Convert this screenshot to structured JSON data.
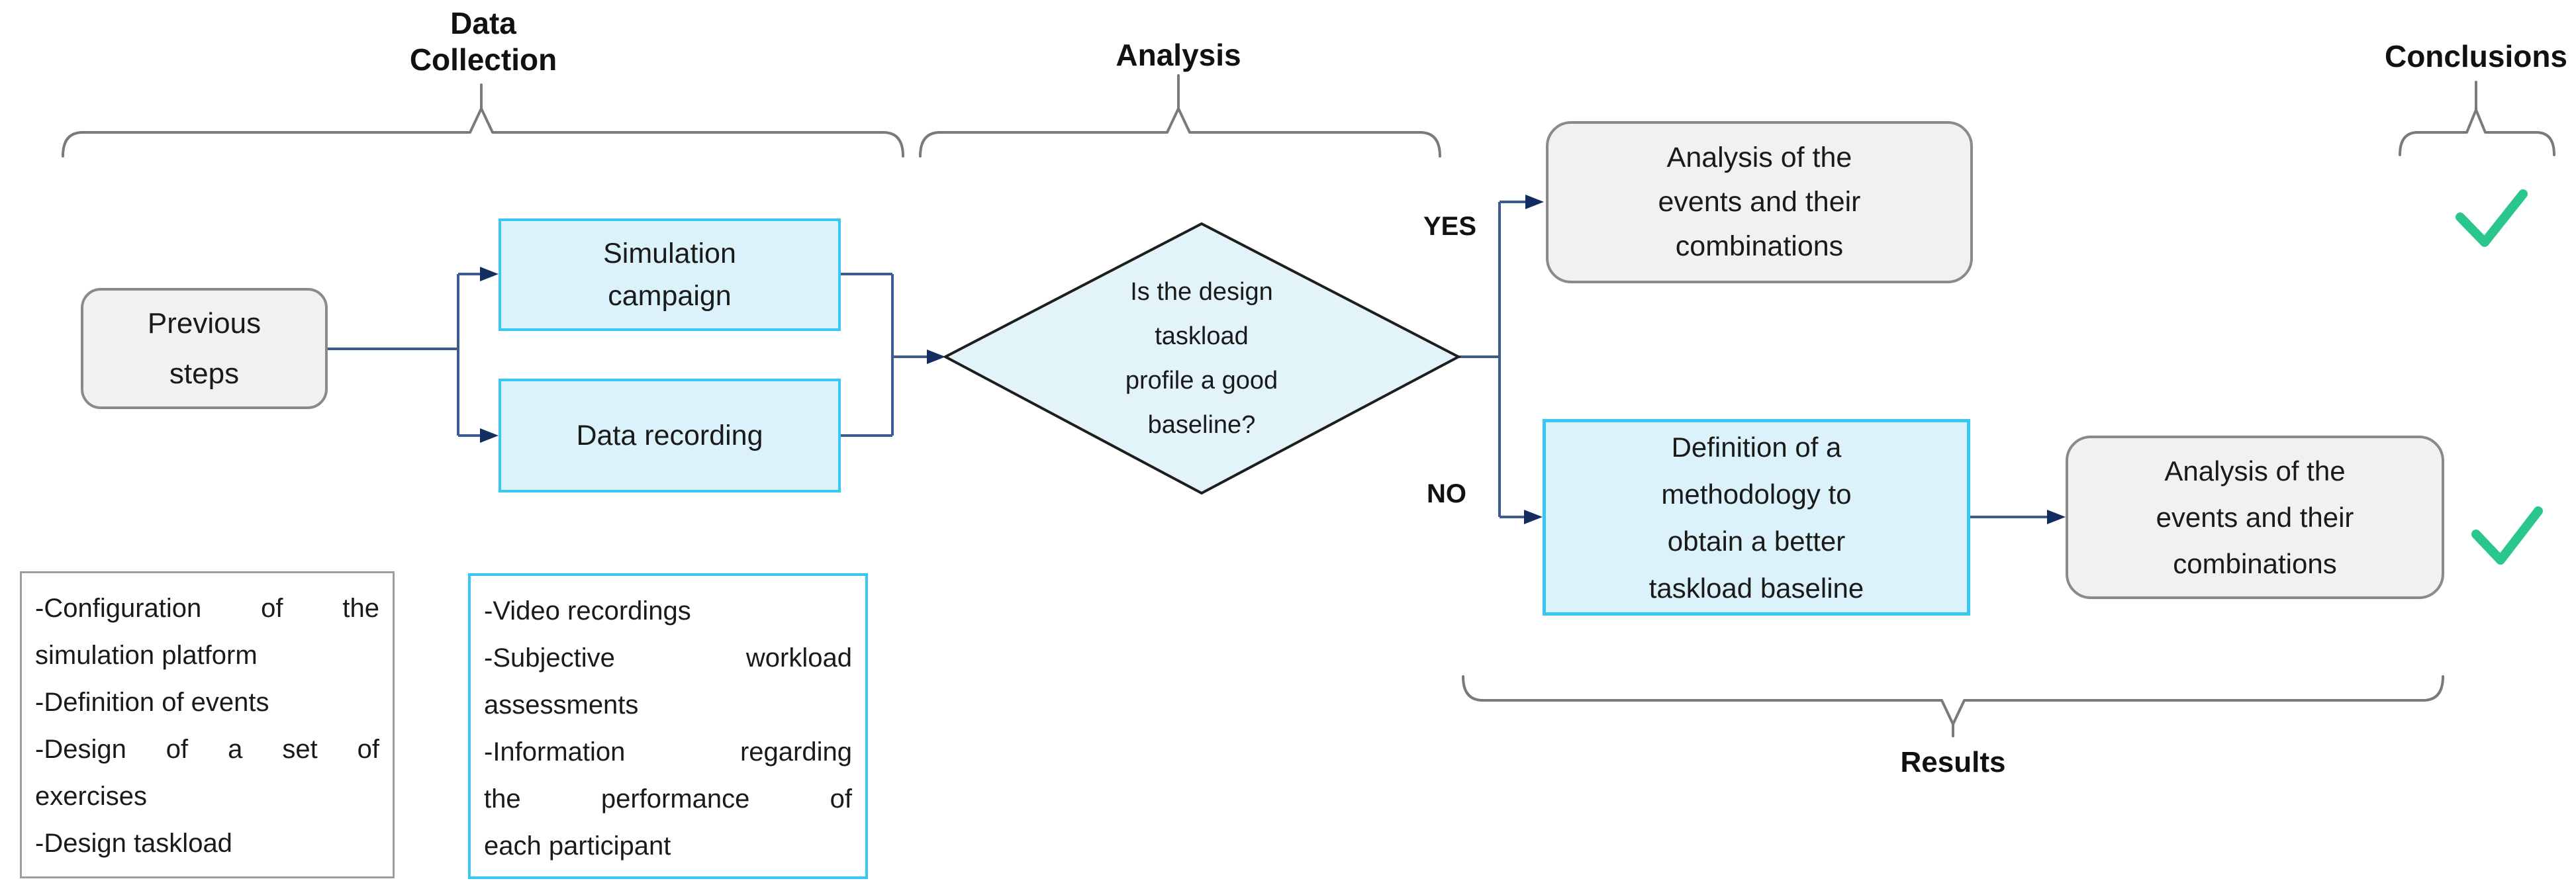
{
  "colors": {
    "accent_cyan": "#38C6F2",
    "node_blue_fill": "#DCF2FA",
    "diamond_fill": "#E2F4FA",
    "diamond_border": "#1E1E1E",
    "gray_fill": "#F1F1F1",
    "gray_border": "#8A8A8A",
    "notes_border_gray": "#9E9E9E",
    "connector_navy": "#3C5C90",
    "arrowhead_navy": "#152C61",
    "brace_gray": "#7A7A7A",
    "check_green": "#29C78B",
    "text_dark": "#1A1A1A"
  },
  "headers": {
    "data_collection": "Data\nCollection",
    "analysis": "Analysis",
    "conclusions": "Conclusions",
    "results": "Results"
  },
  "nodes": {
    "previous_steps": "Previous\nsteps",
    "simulation_campaign": "Simulation\ncampaign",
    "data_recording": "Data recording",
    "decision_question": "Is the design\ntaskload\nprofile a good\nbaseline?",
    "analysis_events_top": "Analysis of the\nevents and their\ncombinations",
    "definition_methodology": "Definition of a\nmethodology to\nobtain a better\ntaskload baseline",
    "analysis_events_bottom": "Analysis of the\nevents and their\ncombinations"
  },
  "decision": {
    "yes": "YES",
    "no": "NO"
  },
  "notes": {
    "data_collection": {
      "lines": [
        "-Configuration of the",
        "simulation platform",
        "-Definition of events",
        "-Design of a set of",
        "exercises",
        "-Design taskload"
      ]
    },
    "recording": {
      "lines": [
        "-Video recordings",
        "-Subjective workload",
        "assessments",
        "-Information regarding",
        "the performance of",
        "each participant"
      ]
    }
  },
  "icons": {
    "conclusion_check_top": "green-checkmark",
    "conclusion_check_bottom": "green-checkmark"
  }
}
